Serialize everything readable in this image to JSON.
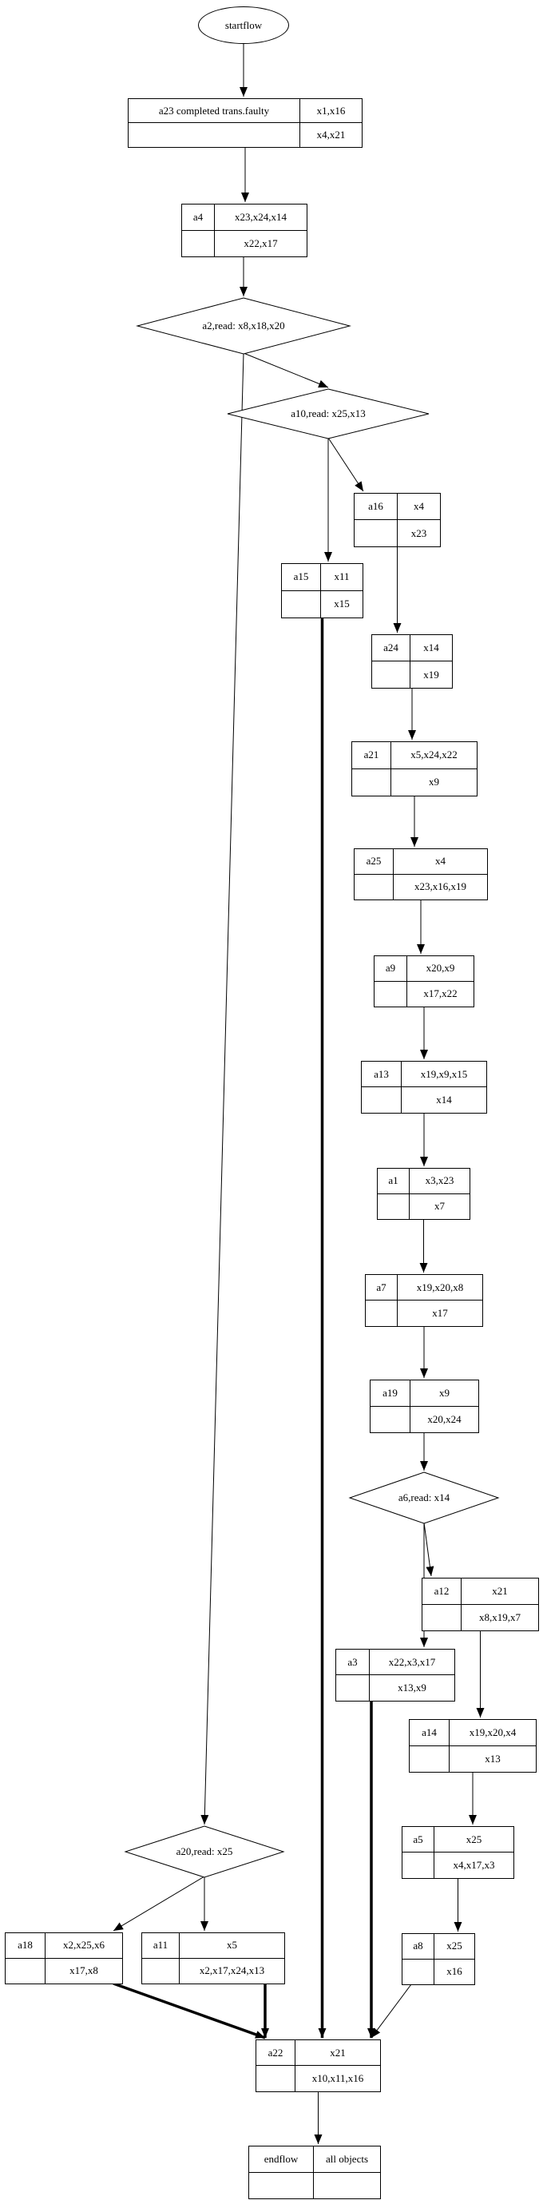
{
  "diagram_type": "workflow-flowchart",
  "nodes": {
    "startflow": {
      "label": "startflow"
    },
    "a23": {
      "id": "a23 completed trans.faulty",
      "top": "x1,x16",
      "bottom": "x4,x21"
    },
    "a4": {
      "id": "a4",
      "top": "x23,x24,x14",
      "bottom": "x22,x17"
    },
    "a2": {
      "label": "a2,read: x8,x18,x20"
    },
    "a10": {
      "label": "a10,read: x25,x13"
    },
    "a16": {
      "id": "a16",
      "top": "x4",
      "bottom": "x23"
    },
    "a15": {
      "id": "a15",
      "top": "x11",
      "bottom": "x15"
    },
    "a24": {
      "id": "a24",
      "top": "x14",
      "bottom": "x19"
    },
    "a21": {
      "id": "a21",
      "top": "x5,x24,x22",
      "bottom": "x9"
    },
    "a25": {
      "id": "a25",
      "top": "x4",
      "bottom": "x23,x16,x19"
    },
    "a9": {
      "id": "a9",
      "top": "x20,x9",
      "bottom": "x17,x22"
    },
    "a13": {
      "id": "a13",
      "top": "x19,x9,x15",
      "bottom": "x14"
    },
    "a1": {
      "id": "a1",
      "top": "x3,x23",
      "bottom": "x7"
    },
    "a7": {
      "id": "a7",
      "top": "x19,x20,x8",
      "bottom": "x17"
    },
    "a19": {
      "id": "a19",
      "top": "x9",
      "bottom": "x20,x24"
    },
    "a6": {
      "label": "a6,read: x14"
    },
    "a12": {
      "id": "a12",
      "top": "x21",
      "bottom": "x8,x19,x7"
    },
    "a3": {
      "id": "a3",
      "top": "x22,x3,x17",
      "bottom": "x13,x9"
    },
    "a14": {
      "id": "a14",
      "top": "x19,x20,x4",
      "bottom": "x13"
    },
    "a5": {
      "id": "a5",
      "top": "x25",
      "bottom": "x4,x17,x3"
    },
    "a20": {
      "label": "a20,read: x25"
    },
    "a8": {
      "id": "a8",
      "top": "x25",
      "bottom": "x16"
    },
    "a18": {
      "id": "a18",
      "top": "x2,x25,x6",
      "bottom": "x17,x8"
    },
    "a11": {
      "id": "a11",
      "top": "x5",
      "bottom": "x2,x17,x24,x13"
    },
    "a22": {
      "id": "a22",
      "top": "x21",
      "bottom": "x10,x11,x16"
    },
    "endflow": {
      "id": "endflow",
      "top": "all objects",
      "bottom": ""
    }
  },
  "edges": [
    {
      "from": "startflow",
      "to": "a23"
    },
    {
      "from": "a23",
      "to": "a4"
    },
    {
      "from": "a4",
      "to": "a2"
    },
    {
      "from": "a2",
      "to": "a10"
    },
    {
      "from": "a2",
      "to": "a20"
    },
    {
      "from": "a10",
      "to": "a16"
    },
    {
      "from": "a10",
      "to": "a15"
    },
    {
      "from": "a16",
      "to": "a24"
    },
    {
      "from": "a15",
      "to": "a22",
      "bold": true
    },
    {
      "from": "a24",
      "to": "a21"
    },
    {
      "from": "a21",
      "to": "a25"
    },
    {
      "from": "a25",
      "to": "a9"
    },
    {
      "from": "a9",
      "to": "a13"
    },
    {
      "from": "a13",
      "to": "a1"
    },
    {
      "from": "a1",
      "to": "a7"
    },
    {
      "from": "a7",
      "to": "a19"
    },
    {
      "from": "a19",
      "to": "a6"
    },
    {
      "from": "a6",
      "to": "a12"
    },
    {
      "from": "a6",
      "to": "a3"
    },
    {
      "from": "a12",
      "to": "a14"
    },
    {
      "from": "a3",
      "to": "a22",
      "bold": true
    },
    {
      "from": "a14",
      "to": "a5"
    },
    {
      "from": "a5",
      "to": "a8"
    },
    {
      "from": "a8",
      "to": "a22"
    },
    {
      "from": "a20",
      "to": "a18"
    },
    {
      "from": "a20",
      "to": "a11"
    },
    {
      "from": "a18",
      "to": "a22",
      "bold": true
    },
    {
      "from": "a11",
      "to": "a22",
      "bold": true
    },
    {
      "from": "a22",
      "to": "endflow"
    }
  ],
  "colors": {
    "line": "#000000",
    "background": "#ffffff"
  }
}
